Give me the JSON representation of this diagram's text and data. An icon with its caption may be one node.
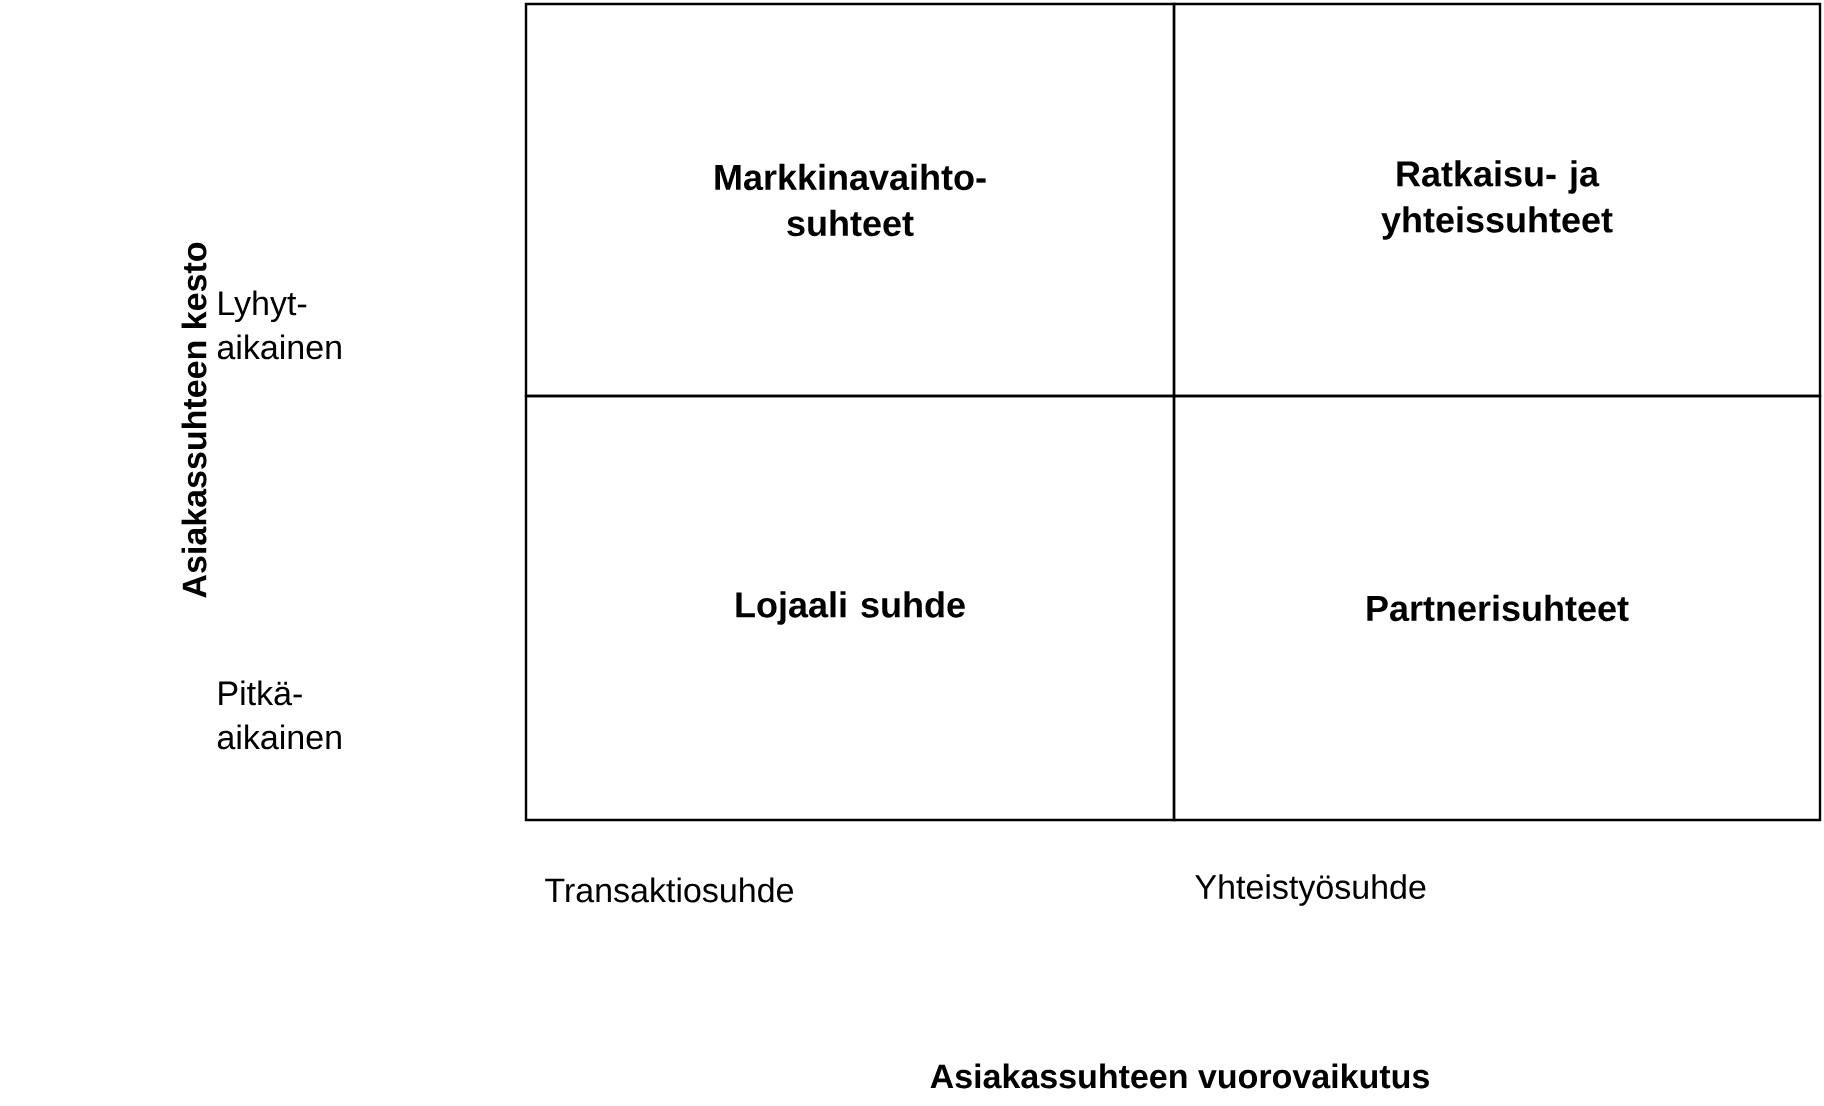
{
  "diagram": {
    "nodes": [
      {
        "text": [
          "Markkinavaihto- suhteet"
        ]
      },
      {
        "text": [
          "Ratkaisu- ja yhteissuhteet"
        ]
      },
      {
        "text": [
          "Lojaali suhde"
        ]
      },
      {
        "text": [
          "Partnerisuhteet"
        ]
      }
    ],
    "labels": [
      "Asiakassuhteen kesto",
      "Lyhyt- aikainen",
      "Pitkä- aikainen",
      "Transaktiosuhde",
      "Yhteistyösuhde",
      "Asiakassuhteen vuorovaikutus"
    ]
  }
}
